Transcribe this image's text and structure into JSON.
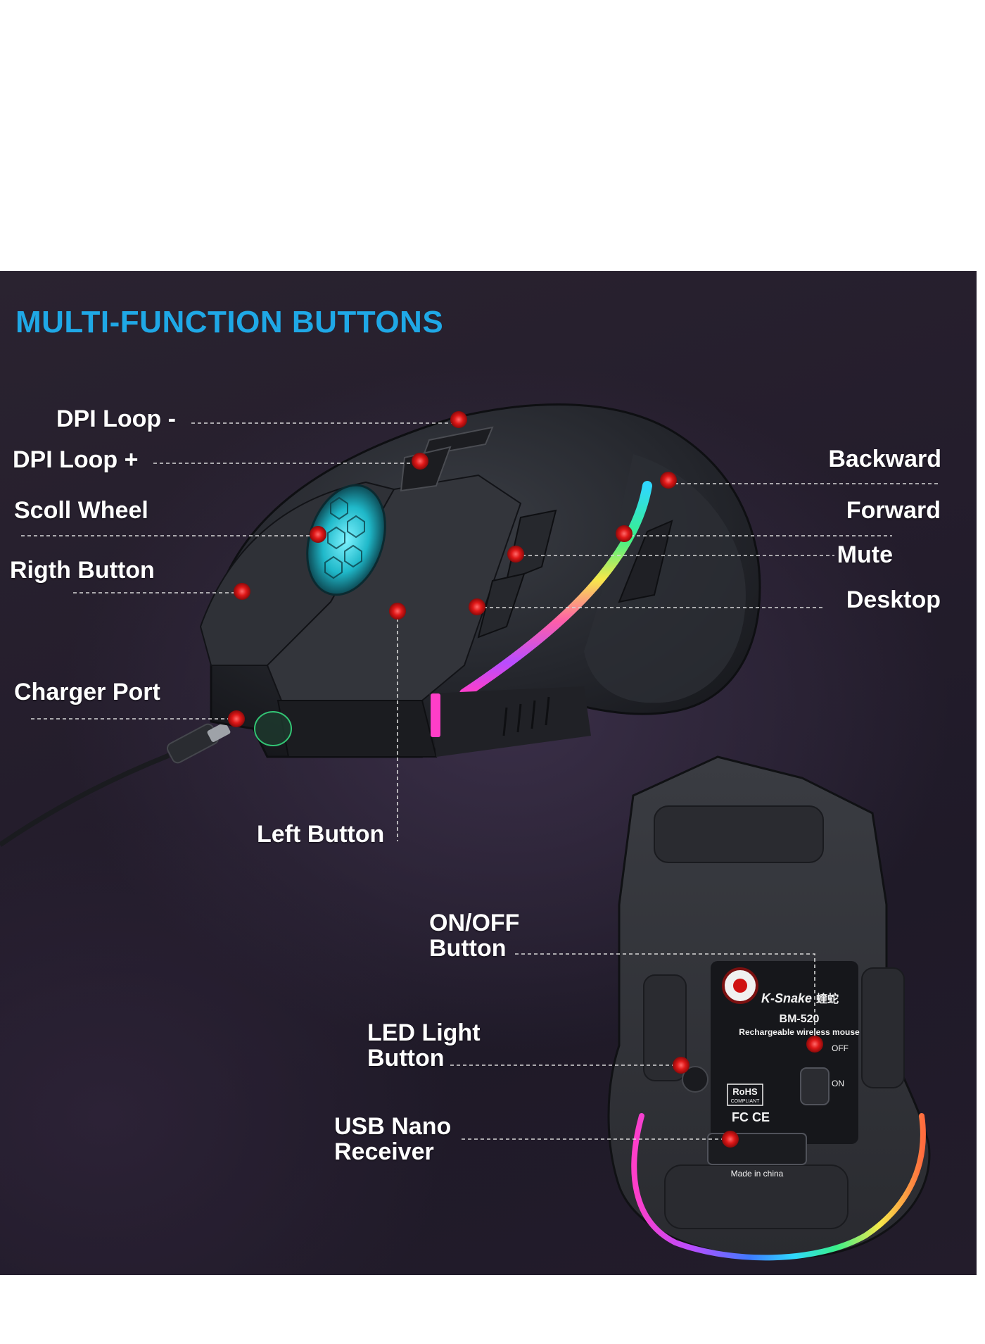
{
  "title": "MULTI-FUNCTION BUTTONS",
  "callouts": {
    "dpi_loop_minus": "DPI Loop -",
    "dpi_loop_plus": "DPI Loop +",
    "scroll_wheel": "Scoll Wheel",
    "right_button": "Rigth Button",
    "charger_port": "Charger Port",
    "left_button": "Left Button",
    "backward": "Backward",
    "forward": "Forward",
    "mute": "Mute",
    "desktop": "Desktop",
    "on_off_line1": "ON/OFF",
    "on_off_line2": "Button",
    "led_line1": "LED Light",
    "led_line2": "Button",
    "usb_line1": "USB Nano",
    "usb_line2": "Receiver"
  },
  "underside": {
    "brand": "K-Snake",
    "brand_cn": "蝰蛇",
    "model": "BM-520",
    "description": "Rechargeable wireless mouse",
    "switch_off": "OFF",
    "switch_on": "ON",
    "made_in": "Made in china",
    "rohs_top": "RoHS",
    "rohs_bottom": "COMPLIANT",
    "cert_marks": "FC CE"
  },
  "colors": {
    "title": "#1fa8e6",
    "callout_dot": "#e01818",
    "label": "#ffffff",
    "background": "#241d2c"
  }
}
